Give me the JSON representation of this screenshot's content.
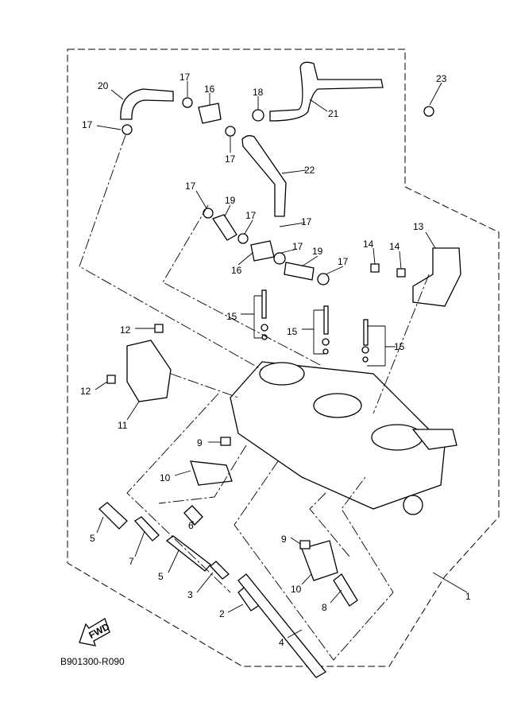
{
  "diagram": {
    "reference_code": "B901300-R090",
    "fwd_label": "FWD",
    "callouts": {
      "c1": "1",
      "c2": "2",
      "c3": "3",
      "c4": "4",
      "c5a": "5",
      "c5b": "5",
      "c6": "6",
      "c7": "7",
      "c8": "8",
      "c9a": "9",
      "c9b": "9",
      "c10a": "10",
      "c10b": "10",
      "c11": "11",
      "c12a": "12",
      "c12b": "12",
      "c13": "13",
      "c14a": "14",
      "c14b": "14",
      "c15a": "15",
      "c15b": "15",
      "c15c": "15",
      "c16a": "16",
      "c16b": "16",
      "c17a": "17",
      "c17b": "17",
      "c17c": "17",
      "c17d": "17",
      "c17e": "17",
      "c17f": "17",
      "c17g": "17",
      "c17h": "17",
      "c18": "18",
      "c19a": "19",
      "c19b": "19",
      "c20": "20",
      "c21": "21",
      "c22": "22",
      "c23": "23"
    }
  }
}
